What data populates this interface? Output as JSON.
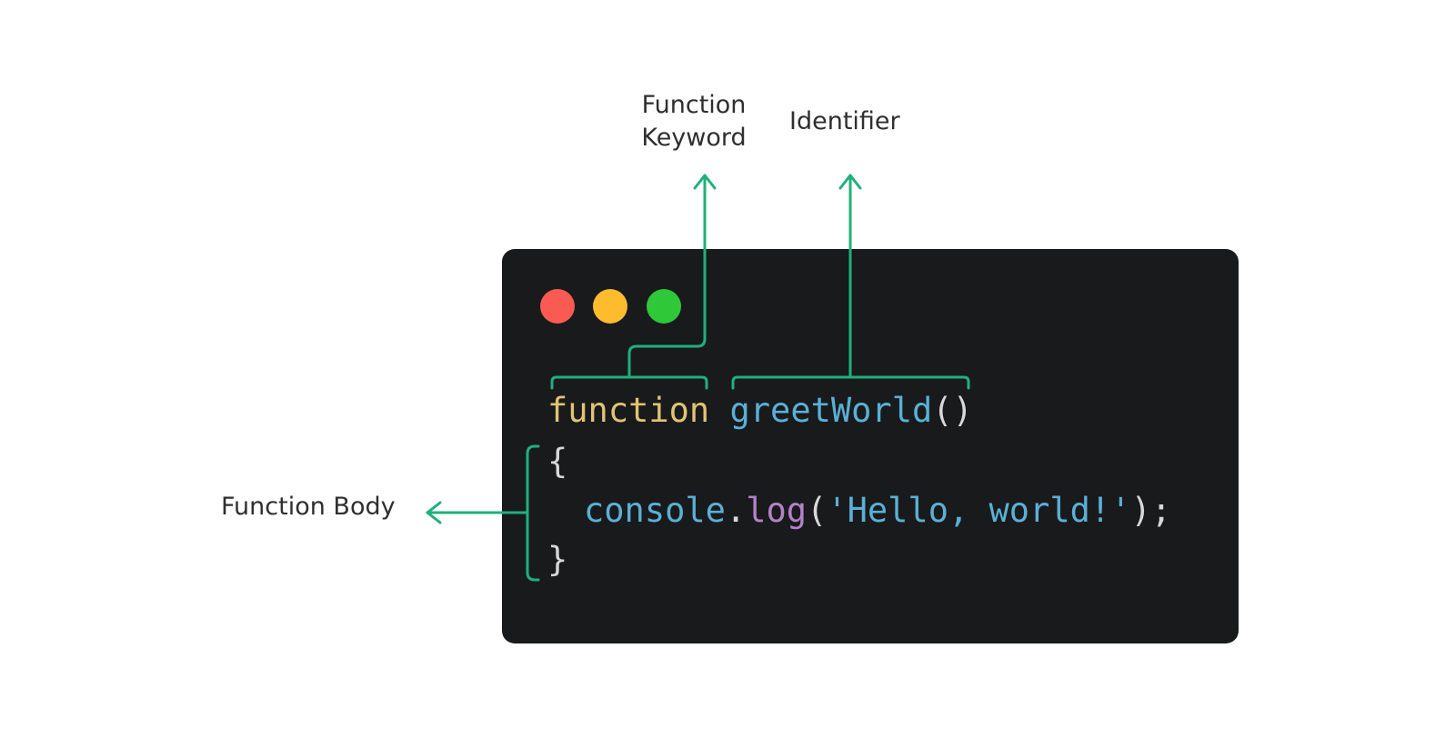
{
  "labels": {
    "keyword_line1": "Function",
    "keyword_line2": "Keyword",
    "identifier": "Identifier",
    "body": "Function Body"
  },
  "code": {
    "keyword": "function",
    "name": "greetWorld",
    "params": "()",
    "open_brace": "{",
    "object": "console",
    "dot": ".",
    "method": "log",
    "paren_open": "(",
    "string": "'Hello, world!'",
    "paren_close": ")",
    "semicolon": ";",
    "close_brace": "}"
  },
  "colors": {
    "editor_bg": "#191a1c",
    "annotation": "#1fb07c",
    "dot_red": "#f95a52",
    "dot_yellow": "#fdbb2e",
    "dot_green": "#2ec838",
    "keyword": "#e1c472",
    "identifier": "#5ab0d6",
    "method": "#b482c8",
    "plain": "#d8d8d8"
  }
}
